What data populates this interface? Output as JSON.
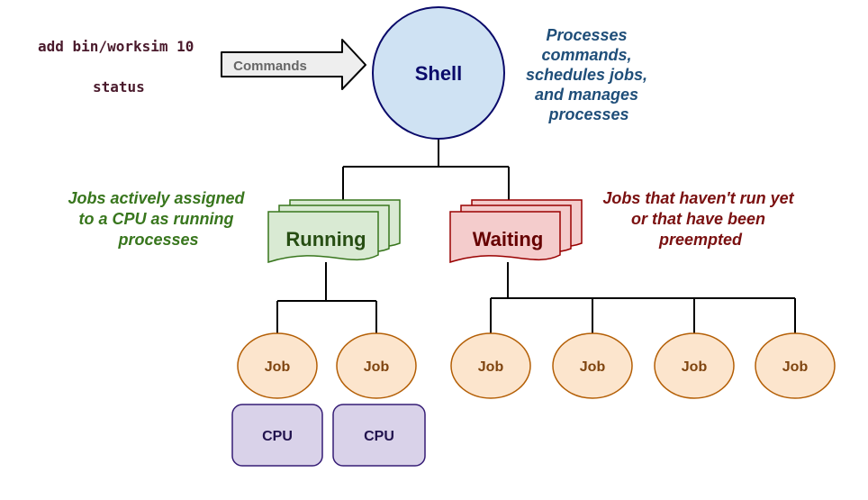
{
  "commands": {
    "line1": "add bin/worksim 10",
    "line2": "status"
  },
  "arrow": {
    "label": "Commands"
  },
  "shell": {
    "label": "Shell",
    "description": [
      "Processes",
      "commands,",
      "schedules jobs,",
      "and manages",
      "processes"
    ]
  },
  "running": {
    "label": "Running",
    "description": [
      "Jobs actively assigned",
      "to a CPU as running",
      "processes"
    ],
    "jobs": [
      "Job",
      "Job"
    ],
    "cpus": [
      "CPU",
      "CPU"
    ]
  },
  "waiting": {
    "label": "Waiting",
    "description": [
      "Jobs that haven't run yet",
      "or that have been",
      "preempted"
    ],
    "jobs": [
      "Job",
      "Job",
      "Job",
      "Job"
    ]
  },
  "colors": {
    "shell_fill": "#cfe2f3",
    "shell_stroke": "#0a0a6a",
    "shell_note": "#1f4e79",
    "running_fill": "#d9ead3",
    "running_stroke": "#38761d",
    "running_text": "#274e13",
    "waiting_fill": "#f4cccc",
    "waiting_stroke": "#990000",
    "waiting_text": "#660000",
    "job_fill": "#fce5cd",
    "job_stroke": "#b45f06",
    "job_text": "#7f4510",
    "cpu_fill": "#d9d2e9",
    "cpu_stroke": "#351c75",
    "cpu_text": "#20124d"
  }
}
